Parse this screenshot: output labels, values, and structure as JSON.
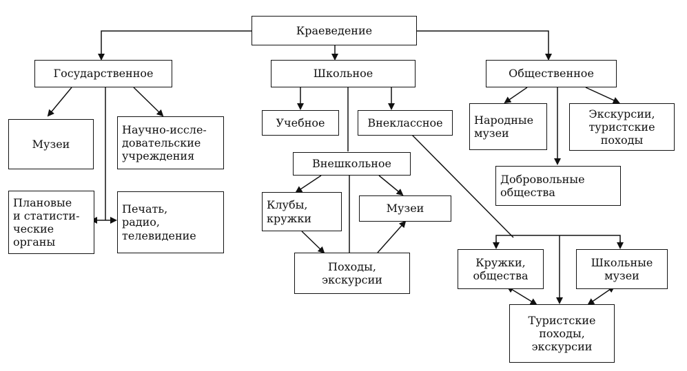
{
  "nodes": {
    "root": "Краеведение",
    "gov": "Государственное",
    "school": "Школьное",
    "public": "Общественное",
    "museums_gov": "Музеи",
    "research": "Научно-иссле-\nдовательские\nучреждения",
    "planning": "Плановые\nи статисти-\nческие\nорганы",
    "press": "Печать,\nрадио,\nтелевидение",
    "edu": "Учебное",
    "extra_class": "Внеклассное",
    "out_school": "Внешкольное",
    "clubs": "Клубы,\nкружки",
    "museums_school": "Музеи",
    "trips_school": "Походы,\nэкскурсии",
    "folk_museums": "Народные\nмузеи",
    "excursions_public": "Экскурсии,\nтуристские\nпоходы",
    "voluntary": "Добровольные\nобщества",
    "circles": "Кружки,\nобщества",
    "school_museums": "Школьные\nмузеи",
    "tourist_trips": "Туристские\nпоходы,\nэкскурсии"
  }
}
